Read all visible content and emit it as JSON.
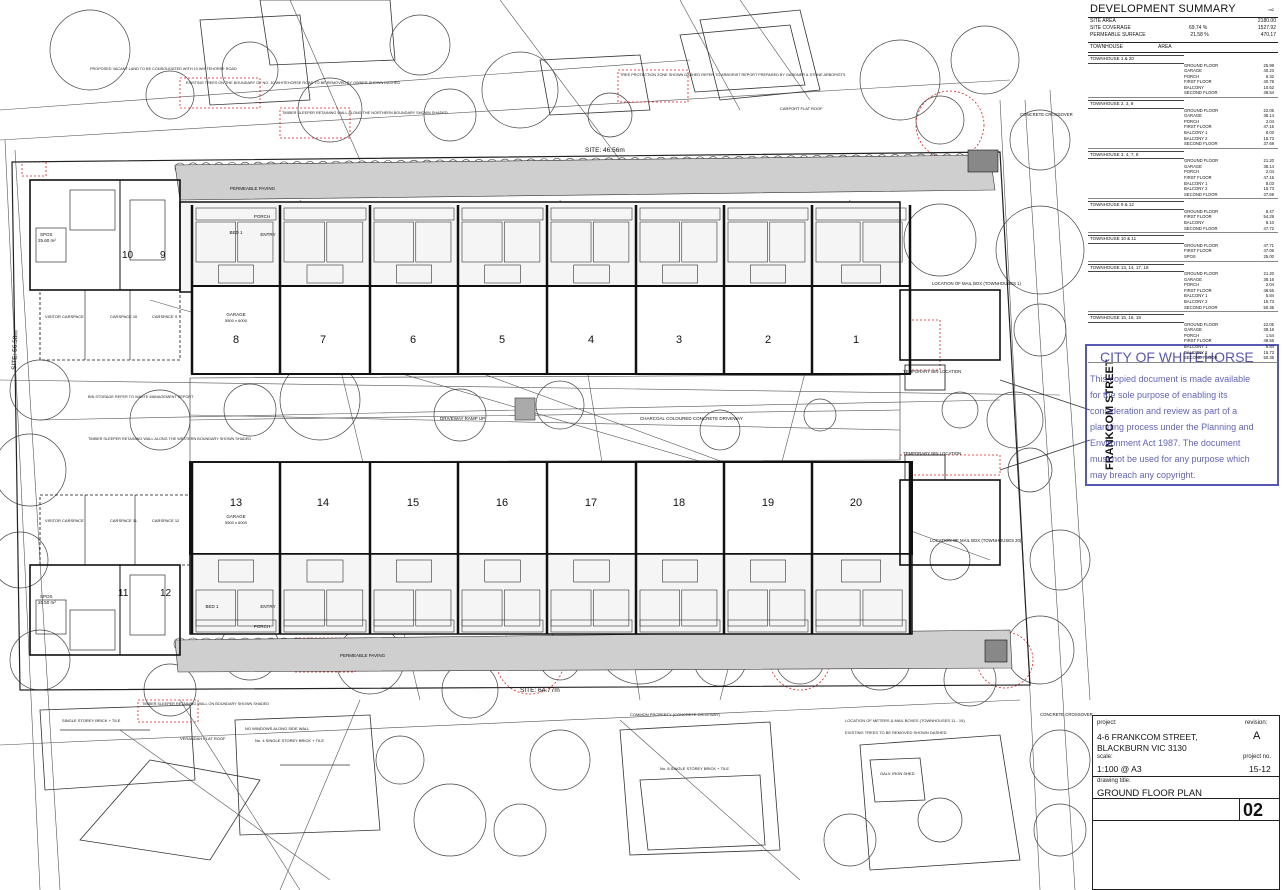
{
  "summary": {
    "title": "DEVELOPMENT SUMMARY",
    "unit": "m2",
    "site_rows": [
      {
        "label": "SITE AREA",
        "pct": "",
        "value": "2180.00"
      },
      {
        "label": "SITE COVERAGE",
        "pct": "69.74 %",
        "value": "1527.92"
      },
      {
        "label": "PERMEABLE SURFACE",
        "pct": "21.58 %",
        "value": "470.17"
      }
    ],
    "header": {
      "col1": "TOWNHOUSE",
      "col2": "AREA"
    },
    "groups": [
      {
        "name": "TOWNHOUSE 1 & 20",
        "items": [
          {
            "k": "GROUND FLOOR",
            "v": "25.99"
          },
          {
            "k": "GARAGE",
            "v": "40.23"
          },
          {
            "k": "PORCH",
            "v": "6.32"
          },
          {
            "k": "FIRST FLOOR",
            "v": "40.78"
          },
          {
            "k": "BALCONY",
            "v": "10.62"
          },
          {
            "k": "SECOND FLOOR",
            "v": "38.54"
          }
        ]
      },
      {
        "name": "TOWNHOUSE 2, 3, 8",
        "items": [
          {
            "k": "GROUND FLOOR",
            "v": "22.05"
          },
          {
            "k": "GARAGE",
            "v": "38.14"
          },
          {
            "k": "PORCH",
            "v": "2.04"
          },
          {
            "k": "FIRST FLOOR",
            "v": "47.15"
          },
          {
            "k": "BALCONY 1",
            "v": "8.03"
          },
          {
            "k": "BALCONY 2",
            "v": "15.73"
          },
          {
            "k": "SECOND FLOOR",
            "v": "37.69"
          }
        ]
      },
      {
        "name": "TOWNHOUSE 3, 4, 7, 8",
        "items": [
          {
            "k": "GROUND FLOOR",
            "v": "21.20"
          },
          {
            "k": "GARAGE",
            "v": "38.14"
          },
          {
            "k": "PORCH",
            "v": "2.04"
          },
          {
            "k": "FIRST FLOOR",
            "v": "47.15"
          },
          {
            "k": "BALCONY 1",
            "v": "8.03"
          },
          {
            "k": "BALCONY 2",
            "v": "15.73"
          },
          {
            "k": "SECOND FLOOR",
            "v": "37.69"
          }
        ]
      },
      {
        "name": "TOWNHOUSE 9 & 12",
        "items": [
          {
            "k": "GROUND FLOOR",
            "v": "8.47"
          },
          {
            "k": "FIRST FLOOR",
            "v": "54.29"
          },
          {
            "k": "BALCONY",
            "v": "8.10"
          },
          {
            "k": "SECOND FLOOR",
            "v": "47.72"
          }
        ]
      },
      {
        "name": "TOWNHOUSE 10 & 11",
        "items": [
          {
            "k": "GROUND FLOOR",
            "v": "47.71"
          },
          {
            "k": "FIRST FLOOR",
            "v": "47.06"
          },
          {
            "k": "SPOS",
            "v": "25.00"
          }
        ]
      },
      {
        "name": "TOWNHOUSE 13, 14, 17, 18",
        "items": [
          {
            "k": "GROUND FLOOR",
            "v": "21.20"
          },
          {
            "k": "GARAGE",
            "v": "38.16"
          },
          {
            "k": "PORCH",
            "v": "2.04"
          },
          {
            "k": "FIRST FLOOR",
            "v": "48.55"
          },
          {
            "k": "BALCONY 1",
            "v": "5.84"
          },
          {
            "k": "BALCONY 2",
            "v": "15.73"
          },
          {
            "k": "SECOND FLOOR",
            "v": "50.35"
          }
        ]
      },
      {
        "name": "TOWNHOUSE 15, 16, 19",
        "items": [
          {
            "k": "GROUND FLOOR",
            "v": "22.05"
          },
          {
            "k": "GARAGE",
            "v": "38.16"
          },
          {
            "k": "PORCH",
            "v": "1.54"
          },
          {
            "k": "FIRST FLOOR",
            "v": "48.55"
          },
          {
            "k": "BALCONY 1",
            "v": "5.84"
          },
          {
            "k": "BALCONY 2",
            "v": "15.73"
          },
          {
            "k": "SECOND FLOOR",
            "v": "50.35"
          }
        ]
      }
    ]
  },
  "titleblock": {
    "project_label": "project:",
    "project_line1": "4-6 FRANKCOM STREET,",
    "project_line2": "BLACKBURN VIC 3130",
    "revision_label": "revision:",
    "revision": "A",
    "scale_label": "scale:",
    "scale": "1:100 @ A3",
    "project_no_label": "project no.",
    "project_no": "15-12",
    "drawing_title_label": "drawing title:",
    "drawing_title": "GROUND FLOOR PLAN",
    "sheet": "02"
  },
  "plan": {
    "street_name": "FRANKCOM STREET",
    "stamp_title": "CITY OF WHITEHORSE",
    "stamp_lines": [
      "This copied document is made available",
      "for the sole purpose of enabling its",
      "consideration and review as part of a",
      "planning process under the Planning and",
      "Environment Act 1987. The document",
      "must not be used for any purpose which",
      "may breach any copyright."
    ],
    "north_units": [
      "8",
      "7",
      "6",
      "5",
      "4",
      "3",
      "2",
      "1"
    ],
    "south_units": [
      "13",
      "14",
      "15",
      "16",
      "17",
      "18",
      "19",
      "20"
    ],
    "side_units": [
      "10",
      "9",
      "11",
      "12"
    ],
    "garage_label": "GARAGE",
    "garage_size": "5500 x 6000",
    "bed_label": "BED 1",
    "entry_label": "ENTRY",
    "porch_label": "PORCH",
    "site_north": "SITE: 46.56m",
    "site_south": "SITE: 64.77m",
    "site_west": "SITE: 56.58m",
    "spos_label": "SPOS",
    "spos_area": "25.60 m²",
    "spos2_area": "25.50 m²",
    "driveway": "DRIVEWAY RAMP UP",
    "charcoal": "CHARCOAL COLOURED CONCRETE DRIVEWAY",
    "visitor_carspace": "VISITOR CARSPACE",
    "carspace_10": "CARSPACE 10",
    "carspace_9": "CARSPACE 9",
    "carspace_11": "CARSPACE 11",
    "carspace_12": "CARSPACE 12",
    "permeable": "PERMEABLE PAVING",
    "mailbox_1": "LOCATION OF MAIL BOX (TOWNHOUSES 1)",
    "mailbox_20": "LOCATION OF MAIL BOX (TOWNHOUSES 20)",
    "bin_location": "TEMPORARY BIN LOCATION",
    "concrete_crossover": "CONCRETE CROSSOVER",
    "notes": [
      "EXISTING TREES ON THE BOUNDARY OF NO. 10 WHITEHORSE ROAD TO BE REMOVED BY OWNER SHOWN DASHED",
      "TREE PROTECTION ZONE SHOWN DASHED REFER TO ARBORIST REPORT PREPARED BY GARDNER & STONE ARBORISTS",
      "TIMBER SLEEPER RETAINING WALL ALONG THE NORTHERN BOUNDARY SHOWN SHADED",
      "TIMBER SLEEPER RETAINING WALL ALONG THE WESTERN BOUNDARY SHOWN SHADED",
      "TIMBER SLEEPER RETAINING WALL ON BOUNDARY SHOWN SHADED",
      "LOCATION OF METERS & MAIL BOXES (TOWNHOUSES 11 - 19)",
      "EXISTING TREES TO BE REMOVED SHOWN DASHED",
      "PROPOSED VACANT LAND TO BE CONSOLIDATED WITH 10 WHITEHORSE ROAD",
      "BIN STORAGE REFER TO WASTE MANAGEMENT REPORT"
    ],
    "neighbours": [
      "SINGLE STOREY BRICK + TILE",
      "No. 4 SINGLE STOREY BRICK + TILE",
      "NO WINDOWS ALONG SIDE WALL",
      "No. 8 SINGLE STOREY BRICK + TILE",
      "COMMON PROPERTY (CONCRETE DRIVEWAY)",
      "CARPORT FLAT ROOF",
      "VERANDAH FLAT ROOF",
      "GALV. IRON SHED"
    ]
  }
}
